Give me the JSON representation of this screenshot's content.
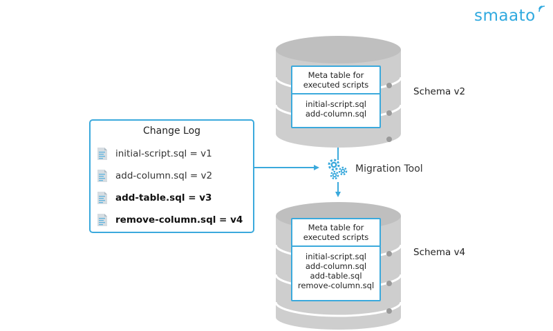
{
  "brand": {
    "logo_text": "smaato"
  },
  "change_log": {
    "title": "Change Log",
    "items": [
      {
        "label": "initial-script.sql = v1",
        "icon": "sql-file-icon",
        "bold": false
      },
      {
        "label": "add-column.sql = v2",
        "icon": "sql-file-icon",
        "bold": false
      },
      {
        "label": "add-table.sql = v3",
        "icon": "sql-file-icon",
        "bold": true
      },
      {
        "label": "remove-column.sql = v4",
        "icon": "sql-file-icon",
        "bold": true
      }
    ]
  },
  "migration_tool": {
    "label": "Migration Tool",
    "icon": "gears-icon"
  },
  "schemas": [
    {
      "label": "Schema v2",
      "meta_title_lines": [
        "Meta table for",
        "executed scripts"
      ],
      "scripts": [
        "initial-script.sql",
        "add-column.sql"
      ]
    },
    {
      "label": "Schema v4",
      "meta_title_lines": [
        "Meta table for",
        "executed scripts"
      ],
      "scripts": [
        "initial-script.sql",
        "add-column.sql",
        "add-table.sql",
        "remove-column.sql"
      ]
    }
  ],
  "colors": {
    "accent": "#3aa9dc",
    "db_gray": "#cdcdcd",
    "db_dark": "#b3b3b3"
  }
}
